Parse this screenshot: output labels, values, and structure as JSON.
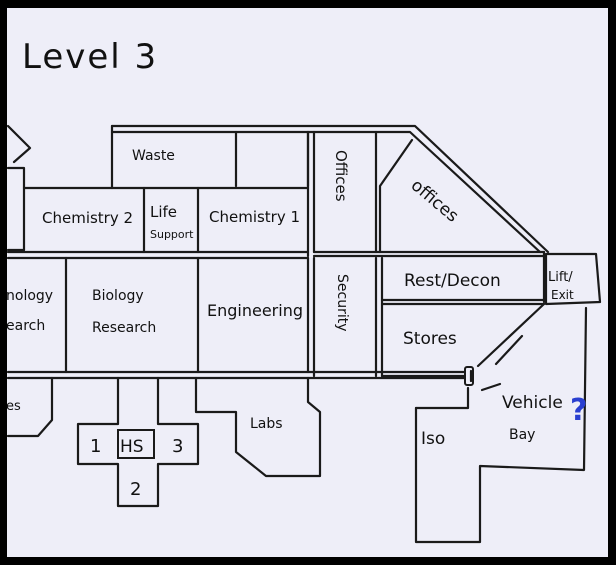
{
  "title": "Level 3",
  "rooms": {
    "waste": "Waste",
    "chemistry_2": "Chemistry 2",
    "life_support_line1": "Life",
    "life_support_line2": "Support",
    "chemistry_1": "Chemistry 1",
    "offices_vertical": "Offices",
    "offices_diagonal": "offices",
    "biology_left_line1": "nology",
    "biology_left_line2": "earch",
    "biology_research_line1": "Biology",
    "biology_research_line2": "Research",
    "engineering": "Engineering",
    "security": "Security",
    "rest_decon": "Rest/Decon",
    "lift_exit_line1": "Lift/",
    "lift_exit_line2": "Exit",
    "stores": "Stores",
    "partial_left": "es",
    "labs": "Labs",
    "iso": "Iso",
    "vehicle_bay_line1": "Vehicle",
    "vehicle_bay_line2": "Bay",
    "unknown_marker": "?",
    "hs_cell_1": "1",
    "hs_center": "HS",
    "hs_cell_3": "3",
    "hs_cell_2": "2"
  },
  "colors": {
    "background": "#eeeef8",
    "frame": "#000000",
    "walls": "#1a1a1a",
    "marker": "#2a3fd0"
  }
}
